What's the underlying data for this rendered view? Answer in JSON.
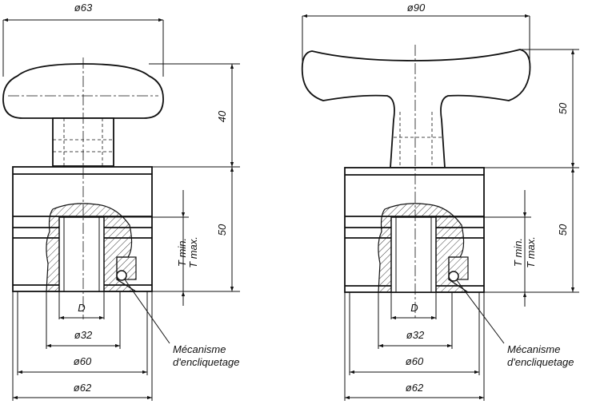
{
  "left": {
    "dim_top_diameter": "ø63",
    "dim_vertical_height": "40",
    "dim_body_height": "50",
    "t_min": "T min.",
    "t_max": "T max.",
    "dim_d": "D",
    "dim_d32": "ø32",
    "dim_d60": "ø60",
    "dim_d62": "ø62",
    "mechanism_line1": "Mécanisme",
    "mechanism_line2": "d'encliquetage"
  },
  "right": {
    "dim_top_diameter": "ø90",
    "dim_vertical_height": "50",
    "dim_body_height": "50",
    "t_min": "T min.",
    "t_max": "T max.",
    "dim_d": "D",
    "dim_d32": "ø32",
    "dim_d60": "ø60",
    "dim_d62": "ø62",
    "mechanism_line1": "Mécanisme",
    "mechanism_line2": "d'encliquetage"
  }
}
